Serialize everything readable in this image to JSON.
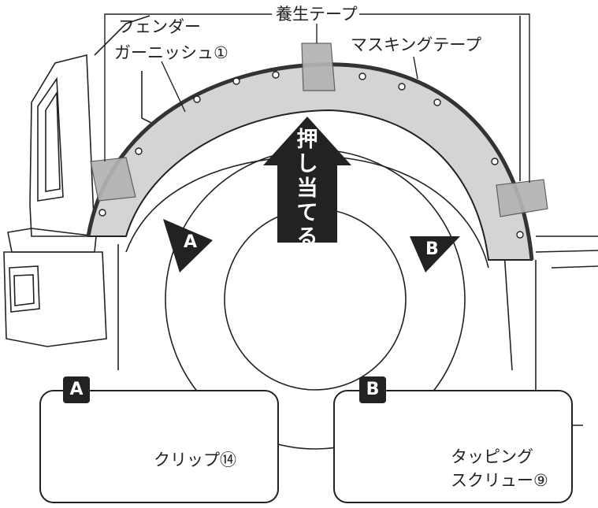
{
  "labels": {
    "fender_garnish_line1": "フェンダー",
    "fender_garnish_line2": "ガーニッシュ①",
    "curing_tape": "養生テープ",
    "masking_tape": "マスキングテープ",
    "push_chars": [
      "押",
      "し",
      "当",
      "て",
      "る"
    ]
  },
  "markers": {
    "a": "A",
    "b": "B"
  },
  "parts": {
    "clip": {
      "badge": "A",
      "label": "クリップ⑭"
    },
    "screw": {
      "badge": "B",
      "label_line1": "タッピング",
      "label_line2": "スクリュー⑨"
    }
  },
  "colors": {
    "line": "#222222",
    "garnish_fill": "#d4d4d4",
    "tape_fill": "#b3b3b3",
    "arrow_fill": "#222222"
  }
}
